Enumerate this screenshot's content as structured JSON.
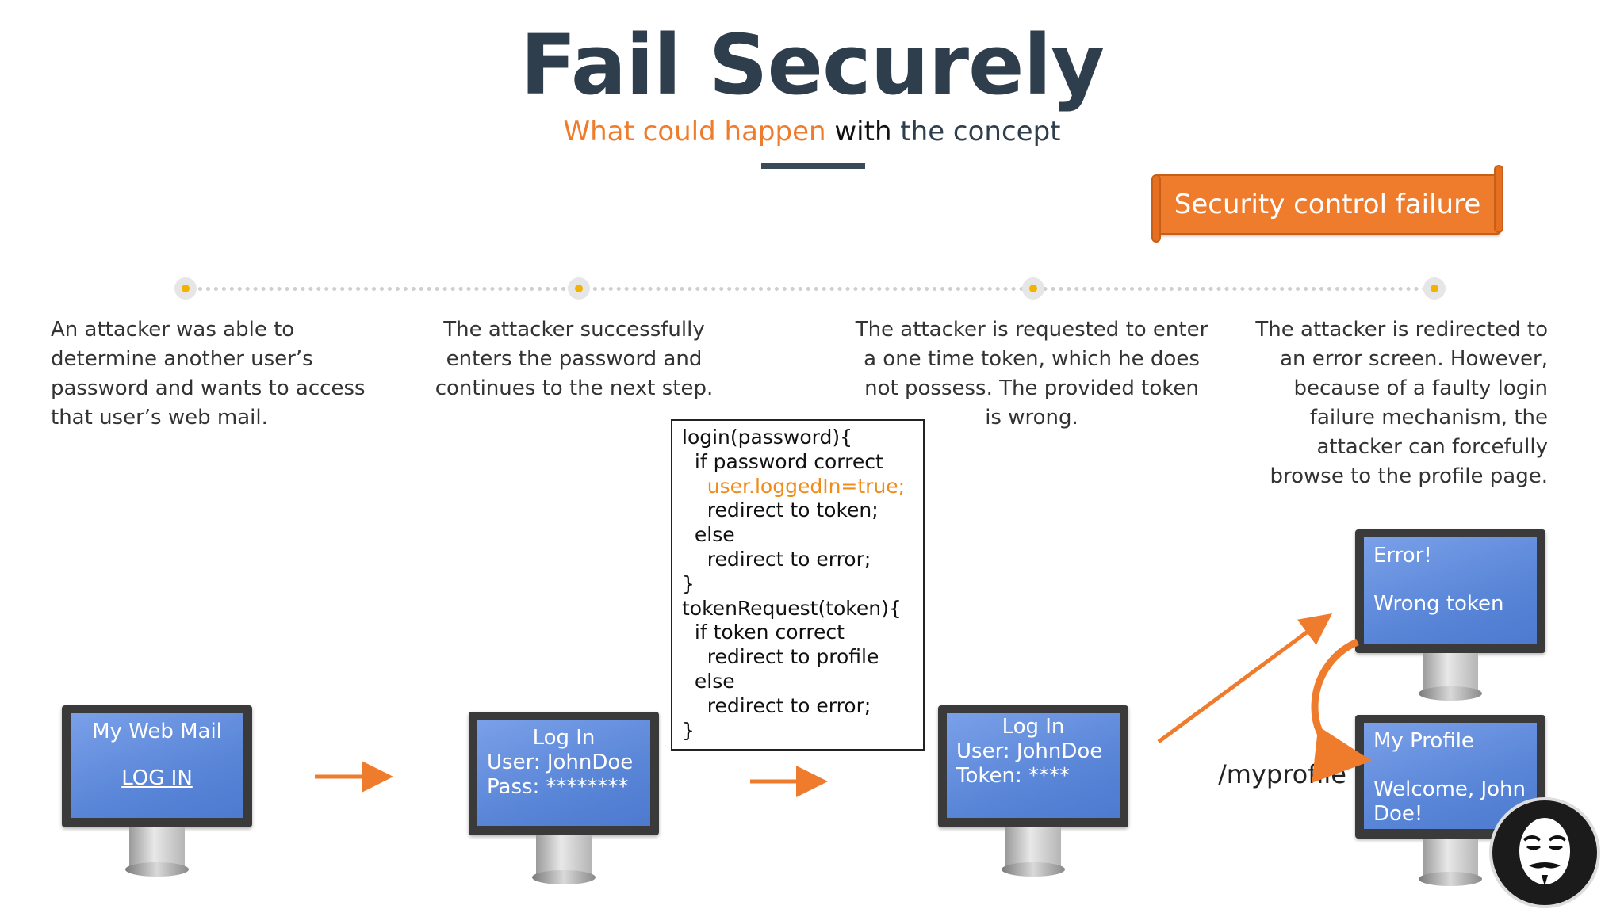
{
  "title": "Fail Securely",
  "subtitle": {
    "part1": "What could happen",
    "part2": " with",
    "part3": " the concept"
  },
  "banner": "Security control failure",
  "steps": [
    {
      "text": "An attacker was able to determine another user’s password and wants to access that user’s web mail."
    },
    {
      "text": "The attacker successfully enters the password and continues to the next step."
    },
    {
      "text": "The attacker is requested to enter a one time token, which he does not possess. The provided token is wrong."
    },
    {
      "text": "The attacker is redirected to an error screen. However, because of a faulty login failure mechanism, the attacker can forcefully browse to the profile page."
    }
  ],
  "code": [
    "login(password){",
    "  if password correct",
    "    user.loggedIn=true;",
    "    redirect to token;",
    "  else",
    "    redirect to error;",
    "}",
    "tokenRequest(token){",
    "  if token correct",
    "    redirect to profile",
    "  else",
    "    redirect to error;",
    "}"
  ],
  "monitors": {
    "webmail": {
      "line1": "My Web Mail",
      "line2": "LOG IN"
    },
    "login": {
      "line1": "Log In",
      "line2": "User: JohnDoe",
      "line3": "Pass: ********"
    },
    "token": {
      "line1": "Log In",
      "line2": "User: JohnDoe",
      "line3": "Token: ****"
    },
    "error": {
      "line1": "Error!",
      "line2": "Wrong token"
    },
    "profile": {
      "line1": "My Profile",
      "line2": "Welcome, John Doe!"
    }
  },
  "path_label": "/myprofile",
  "colors": {
    "accent": "#ef7c2c",
    "heading": "#2f3e4d",
    "screen": "#5a86d8"
  }
}
